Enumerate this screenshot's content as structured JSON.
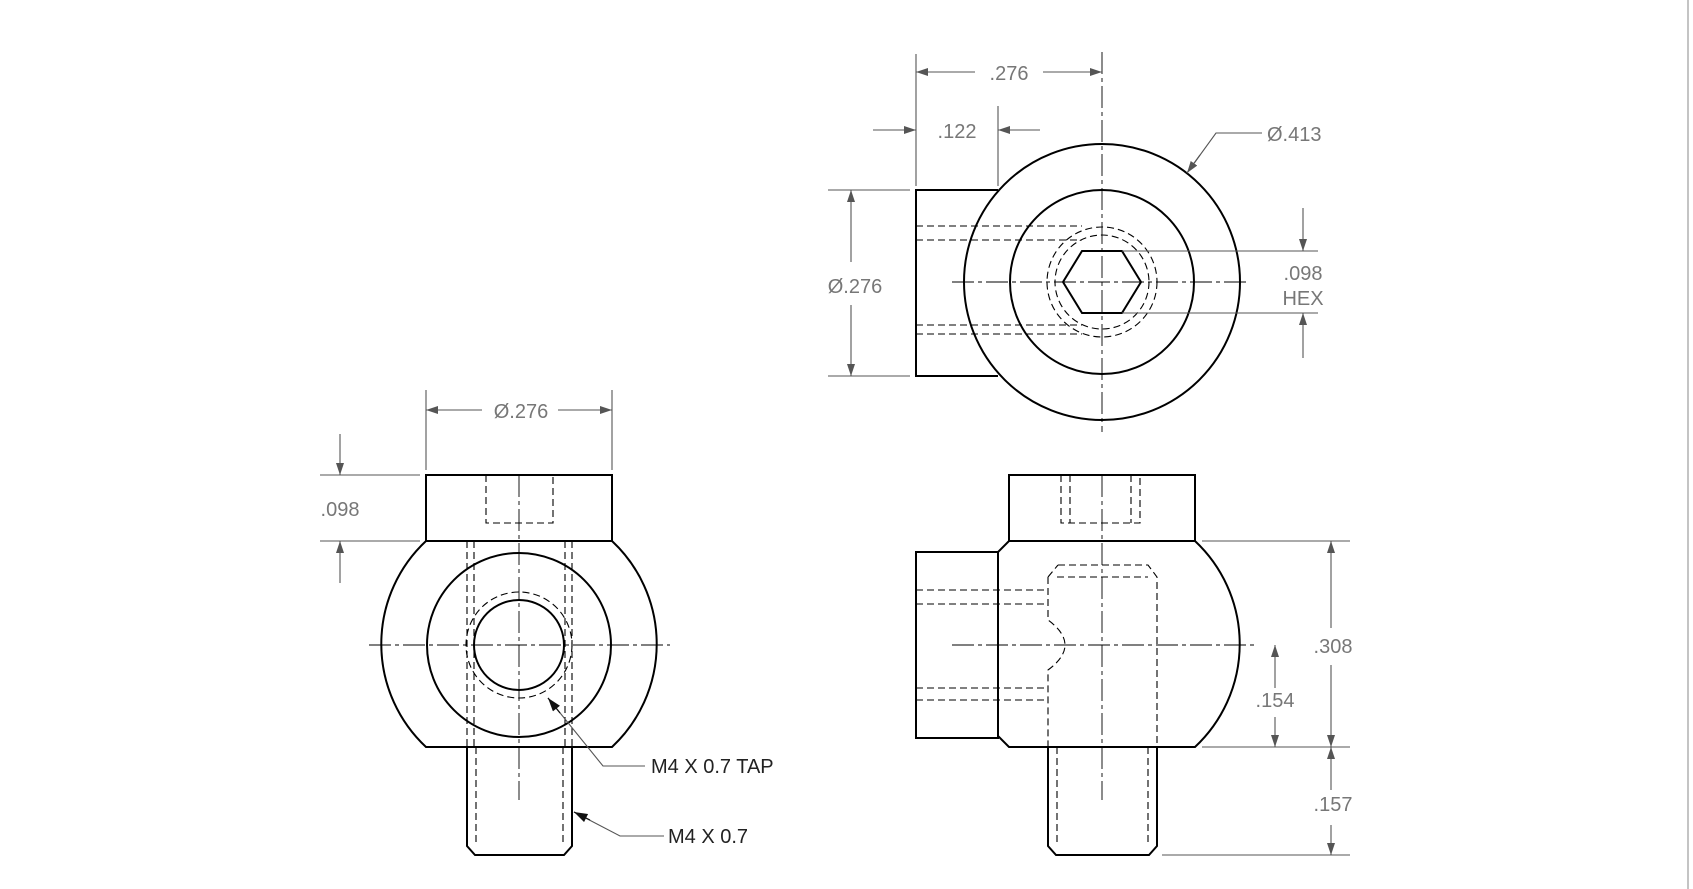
{
  "top_view": {
    "dim_overall_width": ".276",
    "dim_shank_length": ".122",
    "dim_head_diameter": "Ø.413",
    "dim_shank_diameter": "Ø.276",
    "dim_hex_size": ".098",
    "dim_hex_label": "HEX"
  },
  "front_view": {
    "dim_cap_diameter": "Ø.276",
    "dim_cap_height": ".098",
    "callout_tap": "M4 X 0.7 TAP",
    "callout_thread": "M4 X 0.7"
  },
  "side_view": {
    "dim_body_height": ".308",
    "dim_center_height": ".154",
    "dim_stud_length": ".157"
  }
}
